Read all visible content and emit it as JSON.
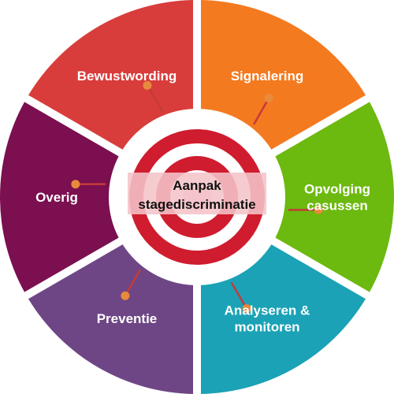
{
  "center": {
    "line1": "Aanpak",
    "line2": "stagediscriminatie"
  },
  "segments": [
    {
      "id": "signalering",
      "lines": [
        "Signalering"
      ],
      "color": "#f47a1f"
    },
    {
      "id": "opvolging",
      "lines": [
        "Opvolging",
        "casussen"
      ],
      "color": "#6cb90f"
    },
    {
      "id": "analyseren",
      "lines": [
        "Analyseren &",
        "monitoren"
      ],
      "color": "#1ba2b6"
    },
    {
      "id": "preventie",
      "lines": [
        "Preventie"
      ],
      "color": "#6e4685"
    },
    {
      "id": "overig",
      "lines": [
        "Overig"
      ],
      "color": "#7b0f4f"
    },
    {
      "id": "bewustwording",
      "lines": [
        "Bewustwording"
      ],
      "color": "#d83d3b"
    }
  ],
  "colors": {
    "target_red": "#d01c2f",
    "target_pink": "#f4c4c9",
    "dart_orange": "#e88a3c",
    "dart_shaft": "#c43a3a",
    "background": "#ffffff"
  }
}
